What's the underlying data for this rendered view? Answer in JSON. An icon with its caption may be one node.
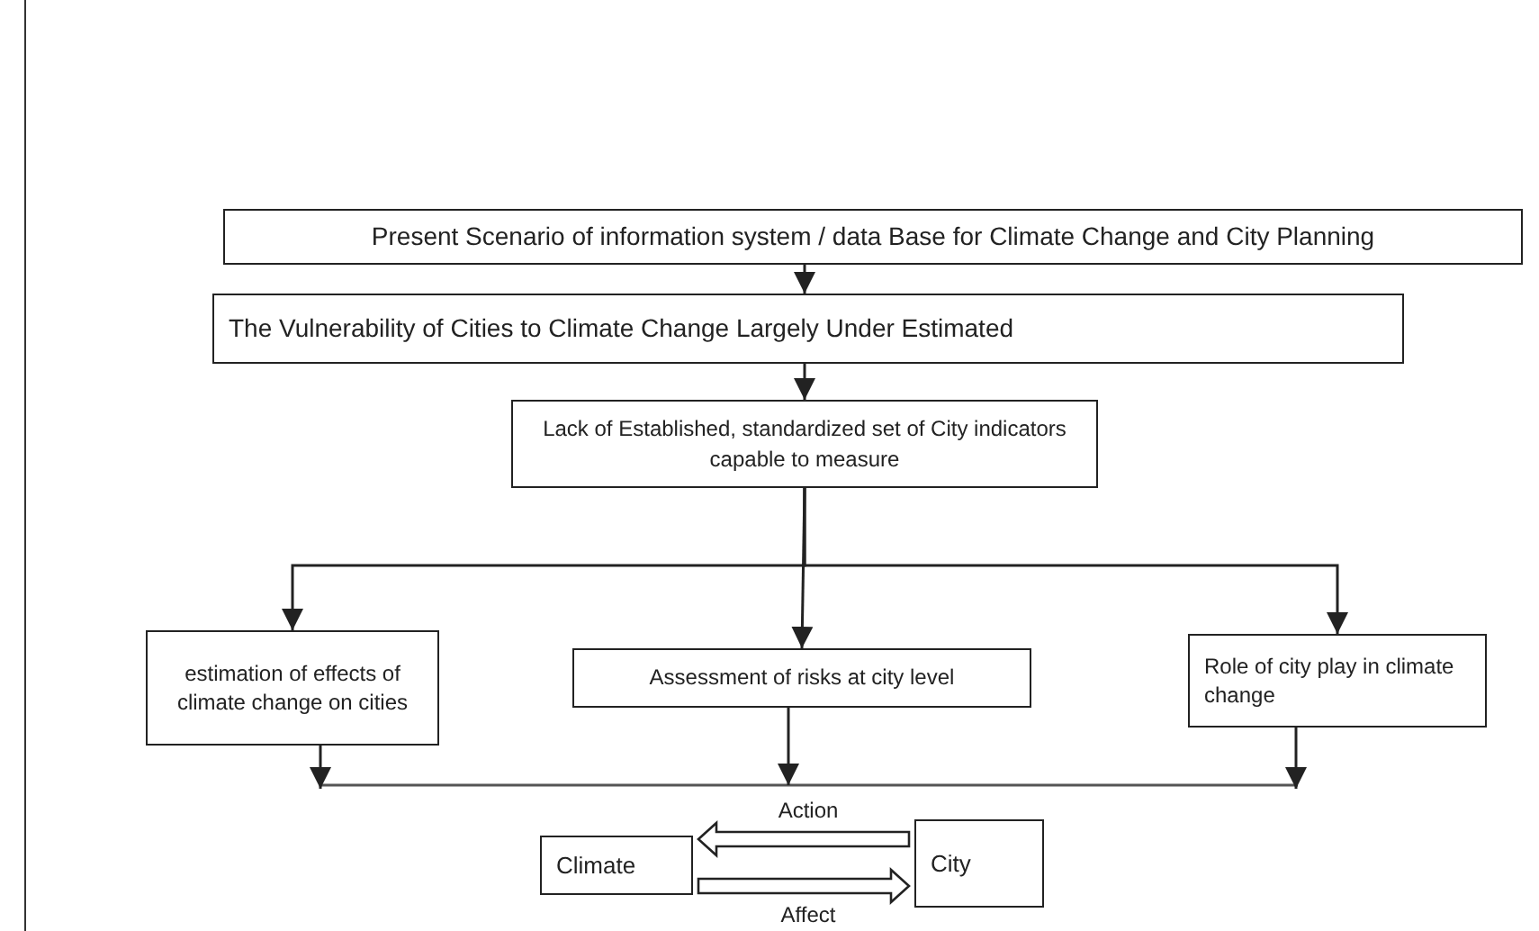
{
  "diagram": {
    "nodes": [
      {
        "text": [
          "Present Scenario of information system / data Base for Climate Change and City Planning"
        ]
      },
      {
        "text": [
          "The Vulnerability of Cities to Climate Change Largely Under Estimated"
        ]
      },
      {
        "text": [
          "Lack of Established, standardized set of City indicators capable to measure"
        ]
      },
      {
        "text": [
          "estimation of effects of climate change on cities"
        ]
      },
      {
        "text": [
          "Assessment of risks at city level"
        ]
      },
      {
        "text": [
          "Role of city play in climate change"
        ]
      },
      {
        "text": [
          "Climate"
        ]
      },
      {
        "text": [
          "City"
        ]
      }
    ],
    "edges": [
      {
        "from": 0,
        "to": 1,
        "arrow": "to"
      },
      {
        "from": 1,
        "to": 2,
        "arrow": "to"
      },
      {
        "from": 2,
        "to": 3,
        "arrow": "to"
      },
      {
        "from": 2,
        "to": 4,
        "arrow": "to"
      },
      {
        "from": 2,
        "to": 5,
        "arrow": "to"
      },
      {
        "from": 3,
        "to": null,
        "arrow": "to"
      },
      {
        "from": 4,
        "to": null,
        "arrow": "to"
      },
      {
        "from": 5,
        "to": null,
        "arrow": "to"
      },
      {
        "from": 7,
        "to": 6,
        "arrow": "to",
        "label": "Action",
        "style": "thick"
      },
      {
        "from": 6,
        "to": 7,
        "arrow": "to",
        "label": "Affect",
        "style": "thick"
      }
    ]
  }
}
